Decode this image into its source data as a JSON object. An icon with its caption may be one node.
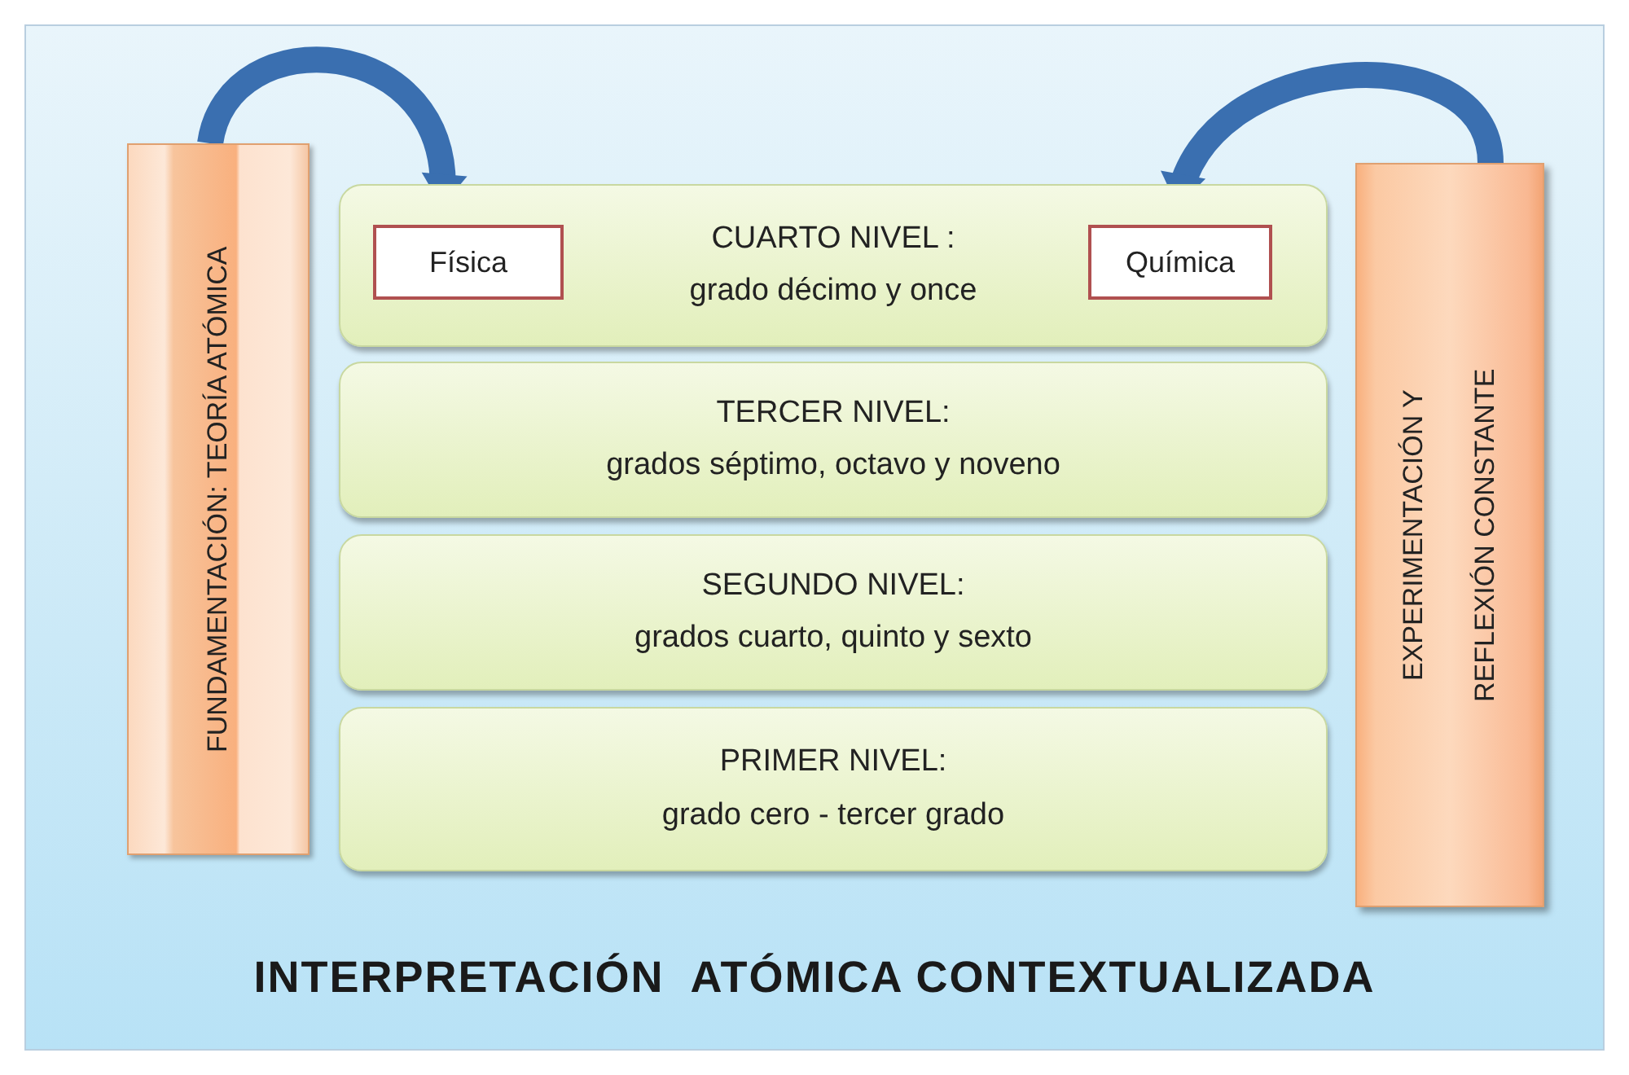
{
  "diagram": {
    "title": "INTERPRETACIÓN  ATÓMICA CONTEXTUALIZADA",
    "nodes": [
      {
        "text": [
          "FUNDAMENTACIÓN: TEORÍA ATÓMICA"
        ]
      },
      {
        "text": [
          "CUARTO NIVEL :",
          "grado décimo y once"
        ]
      },
      {
        "text": [
          "Física"
        ],
        "in": 1
      },
      {
        "text": [
          "Química"
        ],
        "in": 1
      },
      {
        "text": [
          "TERCER NIVEL:",
          "grados séptimo, octavo y noveno"
        ]
      },
      {
        "text": [
          "SEGUNDO NIVEL:",
          "grados cuarto, quinto y sexto"
        ]
      },
      {
        "text": [
          "PRIMER NIVEL:",
          "grado cero -  tercer grado"
        ]
      },
      {
        "text": [
          "EXPERIMENTACIÓN Y REFLEXIÓN CONSTANTE"
        ]
      }
    ],
    "edges": [
      {
        "from": 0,
        "to": 2,
        "arrow": "to"
      },
      {
        "from": 7,
        "to": 3,
        "arrow": "to"
      }
    ]
  }
}
